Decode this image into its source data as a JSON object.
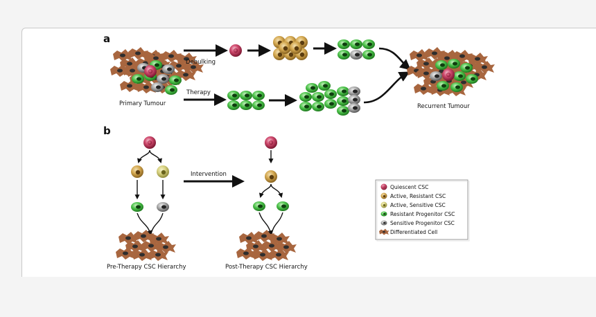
{
  "figure": {
    "panel_a": {
      "letter": "a",
      "debulking_label": "Debulking",
      "therapy_label": "Therapy",
      "primary_label": "Primary Tumour",
      "recurrent_label": "Recurrent Tumour"
    },
    "panel_b": {
      "letter": "b",
      "intervention_label": "Intervention",
      "pre_label": "Pre-Therapy CSC Hierarchy",
      "post_label": "Post-Therapy CSC Hierarchy"
    },
    "legend": {
      "items": [
        {
          "label": "Quiescent CSC",
          "icon": "quiescent-csc-icon"
        },
        {
          "label": "Active, Resistant CSC",
          "icon": "resistant-csc-icon"
        },
        {
          "label": "Active, Sensitive CSC",
          "icon": "sensitive-csc-icon"
        },
        {
          "label": "Resistant Progenitor CSC",
          "icon": "resistant-progenitor-icon"
        },
        {
          "label": "Sensitive Progenitor CSC",
          "icon": "sensitive-progenitor-icon"
        },
        {
          "label": "Differentiated Cell",
          "icon": "differentiated-cell-icon"
        }
      ]
    }
  },
  "colors": {
    "quiescent": "#c0385a",
    "resistant_csc": "#c99a3a",
    "sensitive_csc": "#c8c46a",
    "progenitor_green": "#3fb53f",
    "progenitor_grey": "#8d8d8d",
    "differentiated": "#a8663f",
    "frame_border": "#c9c9c9"
  }
}
